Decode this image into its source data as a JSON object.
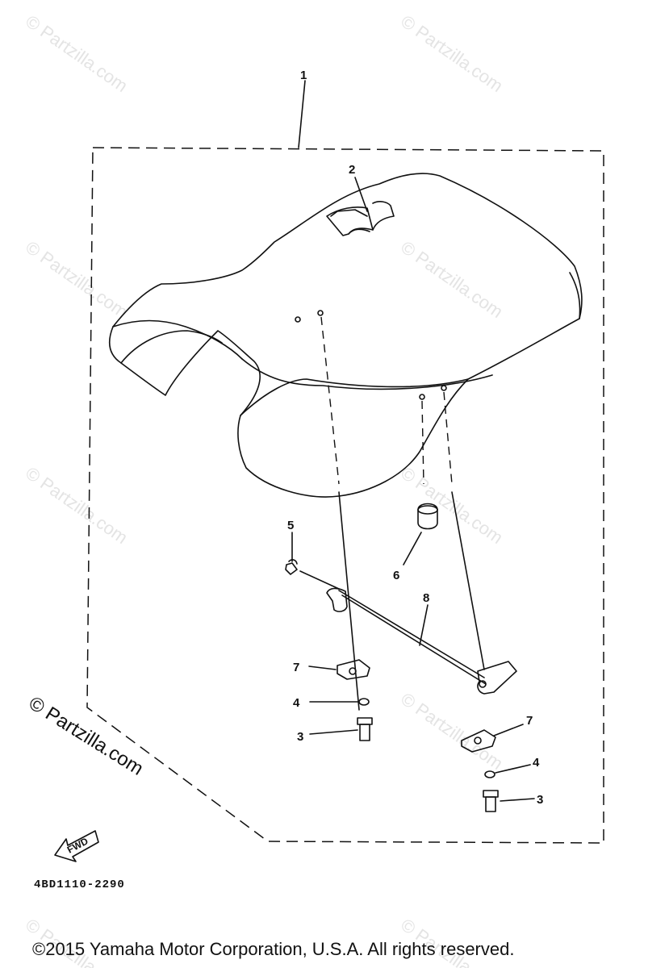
{
  "watermark": {
    "text": "© Partzilla.com",
    "main_text": "© Partzilla.com"
  },
  "callouts": {
    "c1": "1",
    "c2": "2",
    "c3a": "3",
    "c3b": "3",
    "c4a": "4",
    "c4b": "4",
    "c5": "5",
    "c6": "6",
    "c7a": "7",
    "c7b": "7",
    "c8": "8"
  },
  "fwd_label": "FWD",
  "part_code": "4BD1110-2290",
  "copyright": "©2015 Yamaha Motor Corporation, U.S.A. All rights reserved."
}
